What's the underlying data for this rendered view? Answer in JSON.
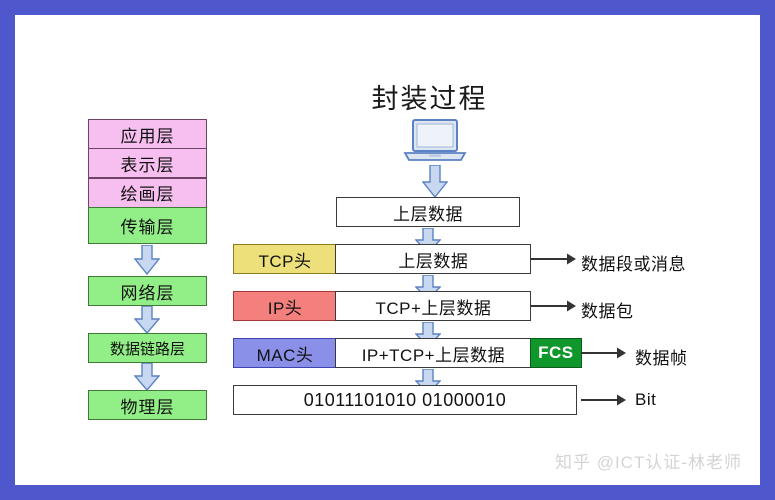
{
  "title": "封装过程",
  "colors": {
    "frame_border": "#4f57cc",
    "layer_pink": "#f7bff0",
    "layer_green": "#92ee86",
    "tcp_header": "#ede07a",
    "ip_header": "#f4807e",
    "mac_header": "#8a90e8",
    "fcs": "#10972b",
    "arrow_blue_fill": "#c7d8f0",
    "arrow_blue_stroke": "#5b82c4",
    "laptop_fill": "#dde5f2",
    "laptop_stroke": "#5b82c4",
    "watermark": "#d4d4d4"
  },
  "osi_layers": [
    {
      "label": "应用层",
      "color": "pink"
    },
    {
      "label": "表示层",
      "color": "pink"
    },
    {
      "label": "绘画层",
      "color": "pink"
    },
    {
      "label": "传输层",
      "color": "green"
    },
    {
      "label": "网络层",
      "color": "green"
    },
    {
      "label": "数据链路层",
      "color": "green"
    },
    {
      "label": "物理层",
      "color": "green"
    }
  ],
  "device_icon": "laptop-icon",
  "pipeline": {
    "rows": [
      {
        "name": "upper-layer-data",
        "segments": [
          {
            "text": "上层数据",
            "fill": "white"
          }
        ],
        "right_label": "",
        "has_right_arrow": false
      },
      {
        "name": "segment-row",
        "segments": [
          {
            "text": "TCP头",
            "fill": "yellow"
          },
          {
            "text": "上层数据",
            "fill": "white"
          }
        ],
        "right_label": "数据段或消息",
        "has_right_arrow": true
      },
      {
        "name": "packet-row",
        "segments": [
          {
            "text": "IP头",
            "fill": "red"
          },
          {
            "text": "TCP+上层数据",
            "fill": "white"
          }
        ],
        "right_label": "数据包",
        "has_right_arrow": true
      },
      {
        "name": "frame-row",
        "segments": [
          {
            "text": "MAC头",
            "fill": "blue"
          },
          {
            "text": "IP+TCP+上层数据",
            "fill": "white"
          },
          {
            "text": "FCS",
            "fill": "green"
          }
        ],
        "right_label": "数据帧",
        "has_right_arrow": true
      },
      {
        "name": "bits-row",
        "segments": [
          {
            "text": "01011101010 01000010",
            "fill": "white"
          }
        ],
        "right_label": "Bit",
        "has_right_arrow": true
      }
    ]
  },
  "watermark": "知乎 @ICT认证-林老师"
}
